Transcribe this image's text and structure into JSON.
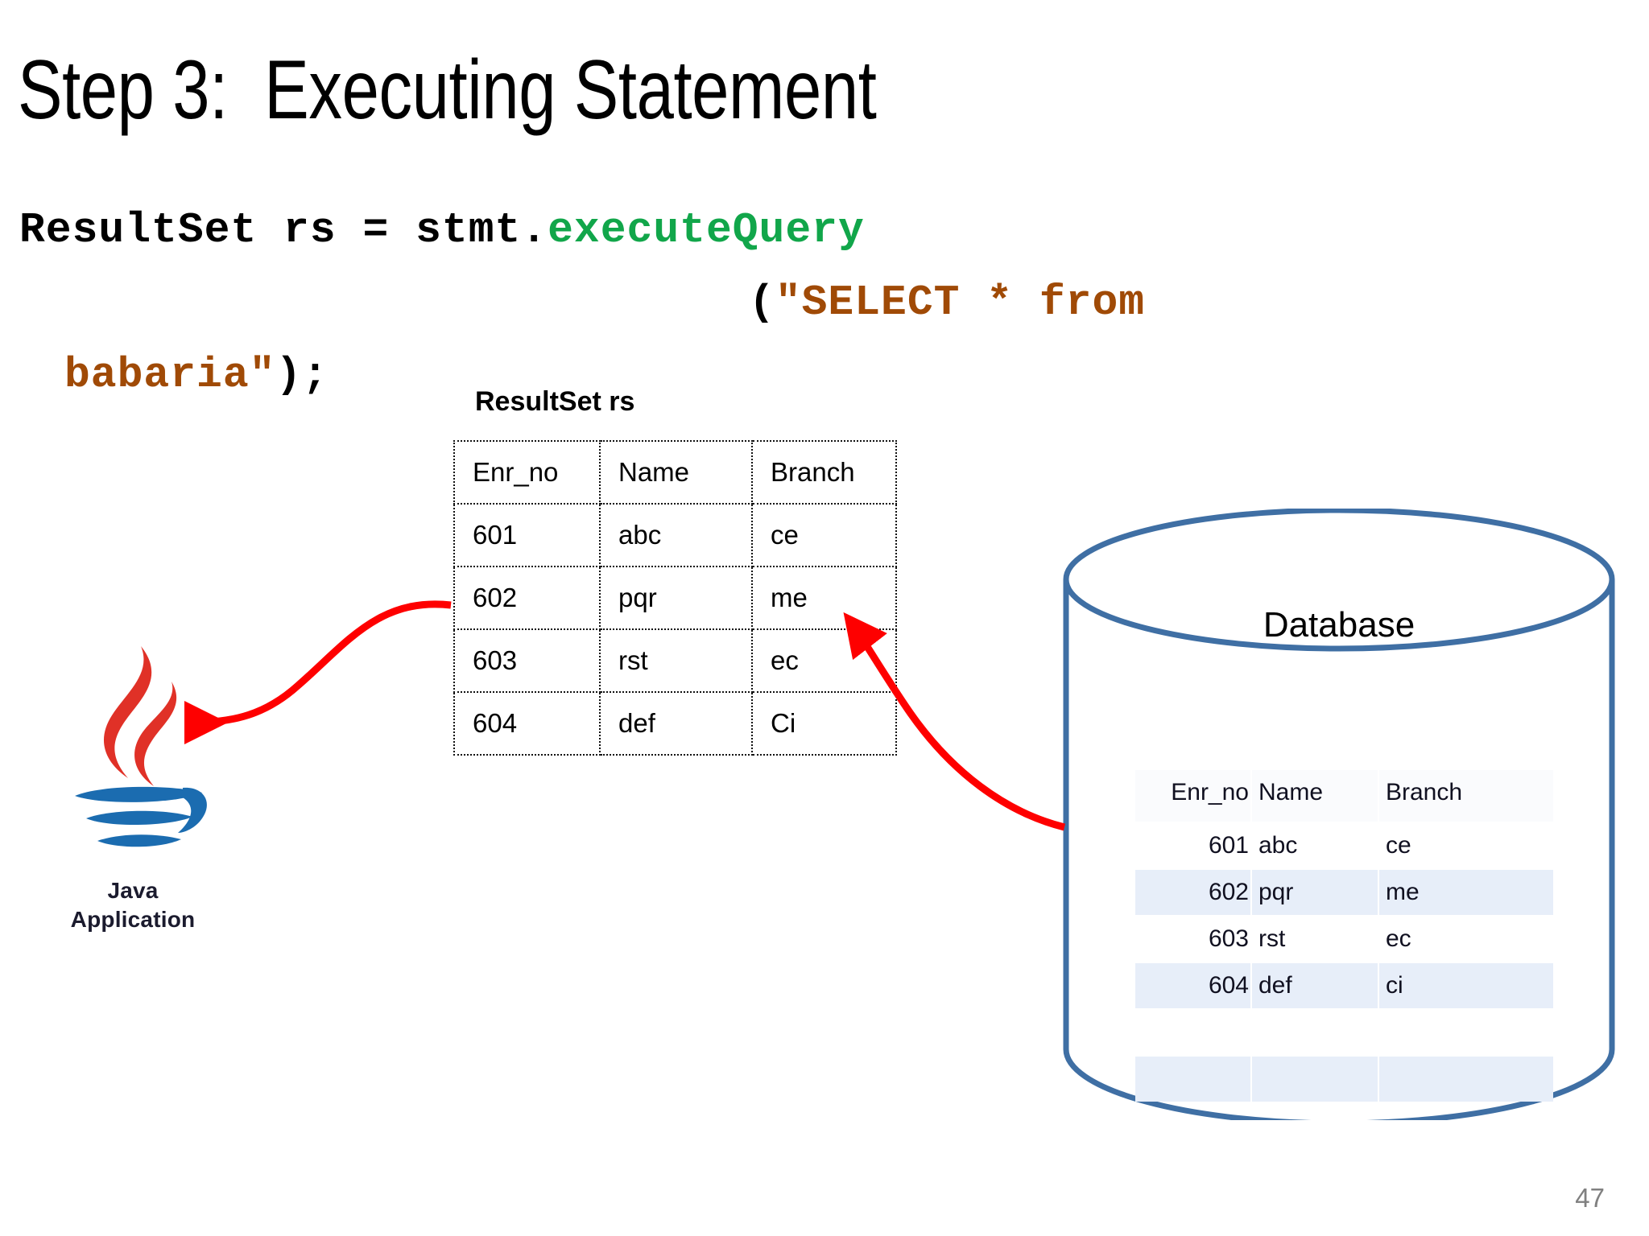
{
  "slide": {
    "title": "Step 3:  Executing Statement",
    "page_number": "47"
  },
  "code": {
    "line1": {
      "plain": "ResultSet rs = stmt.",
      "method": "executeQuery"
    },
    "line2": {
      "paren": "(",
      "string": "\"SELECT * from"
    },
    "line3": {
      "string": "babaria\"",
      "plain": ");"
    }
  },
  "resultset": {
    "label": "ResultSet rs",
    "columns": [
      "Enr_no",
      "Name",
      "Branch"
    ],
    "rows": [
      [
        "601",
        "abc",
        "ce"
      ],
      [
        "602",
        "pqr",
        "me"
      ],
      [
        "603",
        "rst",
        "ec"
      ],
      [
        "604",
        "def",
        "Ci"
      ]
    ]
  },
  "java_app": {
    "label": "Java\nApplication",
    "icon": "java-logo-icon",
    "steam_color": "#e03127",
    "cup_color": "#1b6cb0"
  },
  "database": {
    "label": "Database",
    "outline_color": "#3f6fa4",
    "columns": [
      "Enr_no",
      "Name",
      "Branch"
    ],
    "rows": [
      [
        "601",
        "abc",
        "ce"
      ],
      [
        "602",
        "pqr",
        "me"
      ],
      [
        "603",
        "rst",
        "ec"
      ],
      [
        "604",
        "def",
        "ci"
      ],
      [
        "",
        "",
        ""
      ],
      [
        "",
        "",
        ""
      ]
    ],
    "alt_row_color": "#e7eef9"
  },
  "arrows": {
    "color": "#fe0000",
    "to_java_app": "result-flow-arrow-to-java",
    "to_resultset": "query-flow-arrow-from-database"
  }
}
